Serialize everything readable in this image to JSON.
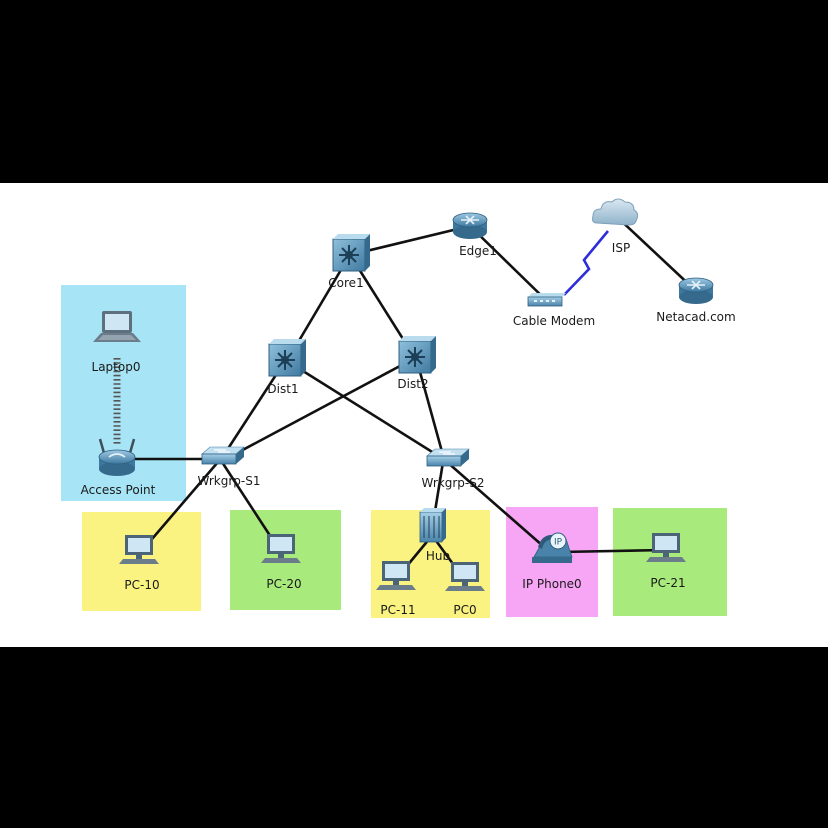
{
  "colors": {
    "zone_wireless": "#a6e4f6",
    "zone_yellow": "#fbf381",
    "zone_green": "#a8ea7c",
    "zone_pink": "#f7a6f5",
    "link_copper": "#111111",
    "link_serial": "#2d2ddb",
    "link_wireless": "#666666",
    "device_blue": "#4d88ad"
  },
  "devices": {
    "core1": {
      "label": "Core1",
      "icon": "multilayer-switch-icon"
    },
    "dist1": {
      "label": "Dist1",
      "icon": "multilayer-switch-icon"
    },
    "dist2": {
      "label": "Dist2",
      "icon": "multilayer-switch-icon"
    },
    "edge1": {
      "label": "Edge1",
      "icon": "router-icon"
    },
    "cable_modem": {
      "label": "Cable Modem",
      "icon": "cable-modem-icon"
    },
    "isp": {
      "label": "ISP",
      "icon": "cloud-icon"
    },
    "netacad": {
      "label": "Netacad.com",
      "icon": "router-icon"
    },
    "laptop0": {
      "label": "Laptop0",
      "icon": "laptop-icon"
    },
    "access_point": {
      "label": "Access Point",
      "icon": "access-point-icon"
    },
    "wrkgrp_s1": {
      "label": "Wrkgrp-S1",
      "icon": "switch-icon"
    },
    "wrkgrp_s2": {
      "label": "Wrkgrp-S2",
      "icon": "switch-icon"
    },
    "hub": {
      "label": "Hub",
      "icon": "hub-icon"
    },
    "pc10": {
      "label": "PC-10",
      "icon": "pc-icon"
    },
    "pc20": {
      "label": "PC-20",
      "icon": "pc-icon"
    },
    "pc11": {
      "label": "PC-11",
      "icon": "pc-icon"
    },
    "pc0": {
      "label": "PC0",
      "icon": "pc-icon"
    },
    "ipphone0": {
      "label": "IP Phone0",
      "icon": "ip-phone-icon",
      "badge": "IP"
    },
    "pc21": {
      "label": "PC-21",
      "icon": "pc-icon"
    }
  }
}
